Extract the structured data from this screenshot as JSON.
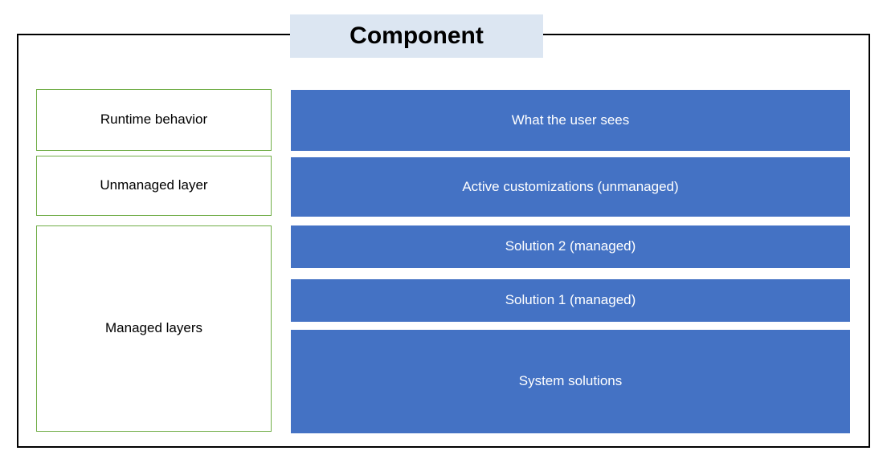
{
  "diagram": {
    "title": "Component",
    "title_plate_color": "#DCE6F2",
    "frame_border_color": "#000000",
    "label_border_color": "#70AD47",
    "layer_fill_color": "#4472C4",
    "layer_text_color": "#FFFFFF",
    "labels": [
      {
        "id": "runtime-behavior",
        "text": "Runtime behavior"
      },
      {
        "id": "unmanaged-layer",
        "text": "Unmanaged layer"
      },
      {
        "id": "managed-layers",
        "text": "Managed layers"
      }
    ],
    "layers": [
      {
        "id": "what-the-user-sees",
        "text": "What the user sees"
      },
      {
        "id": "active-customizations",
        "text": "Active customizations (unmanaged)"
      },
      {
        "id": "solution-2",
        "text": "Solution 2 (managed)"
      },
      {
        "id": "solution-1",
        "text": "Solution 1 (managed)"
      },
      {
        "id": "system-solutions",
        "text": "System solutions"
      }
    ]
  }
}
